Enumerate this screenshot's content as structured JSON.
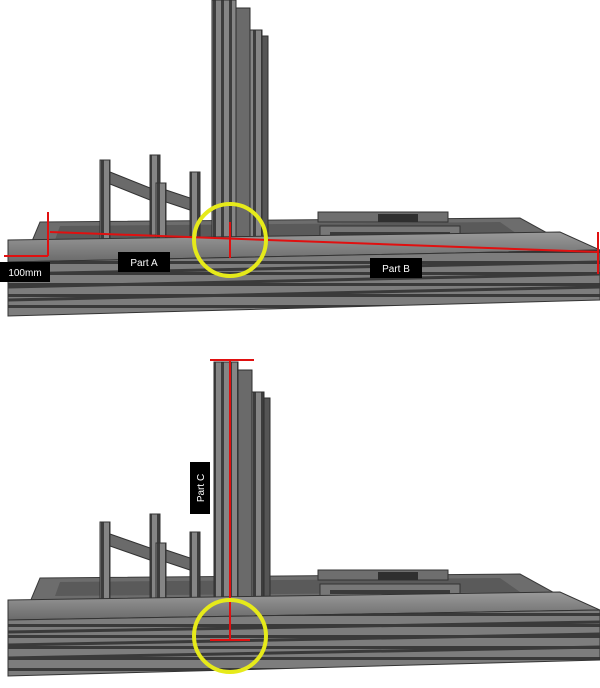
{
  "labels": {
    "dimension": "100mm",
    "part_a": "Part A",
    "part_b": "Part B",
    "part_c": "Part C"
  },
  "colors": {
    "extrusion": "#7a7a7a",
    "extrusion_dark": "#3b3b3b",
    "measure_line": "#e01010",
    "highlight_circle": "#e6ea1a",
    "label_bg": "#000000",
    "label_text": "#ffffff"
  },
  "icons": [
    "aluminium-extrusion-frame",
    "highlight-circle",
    "measurement-line"
  ]
}
